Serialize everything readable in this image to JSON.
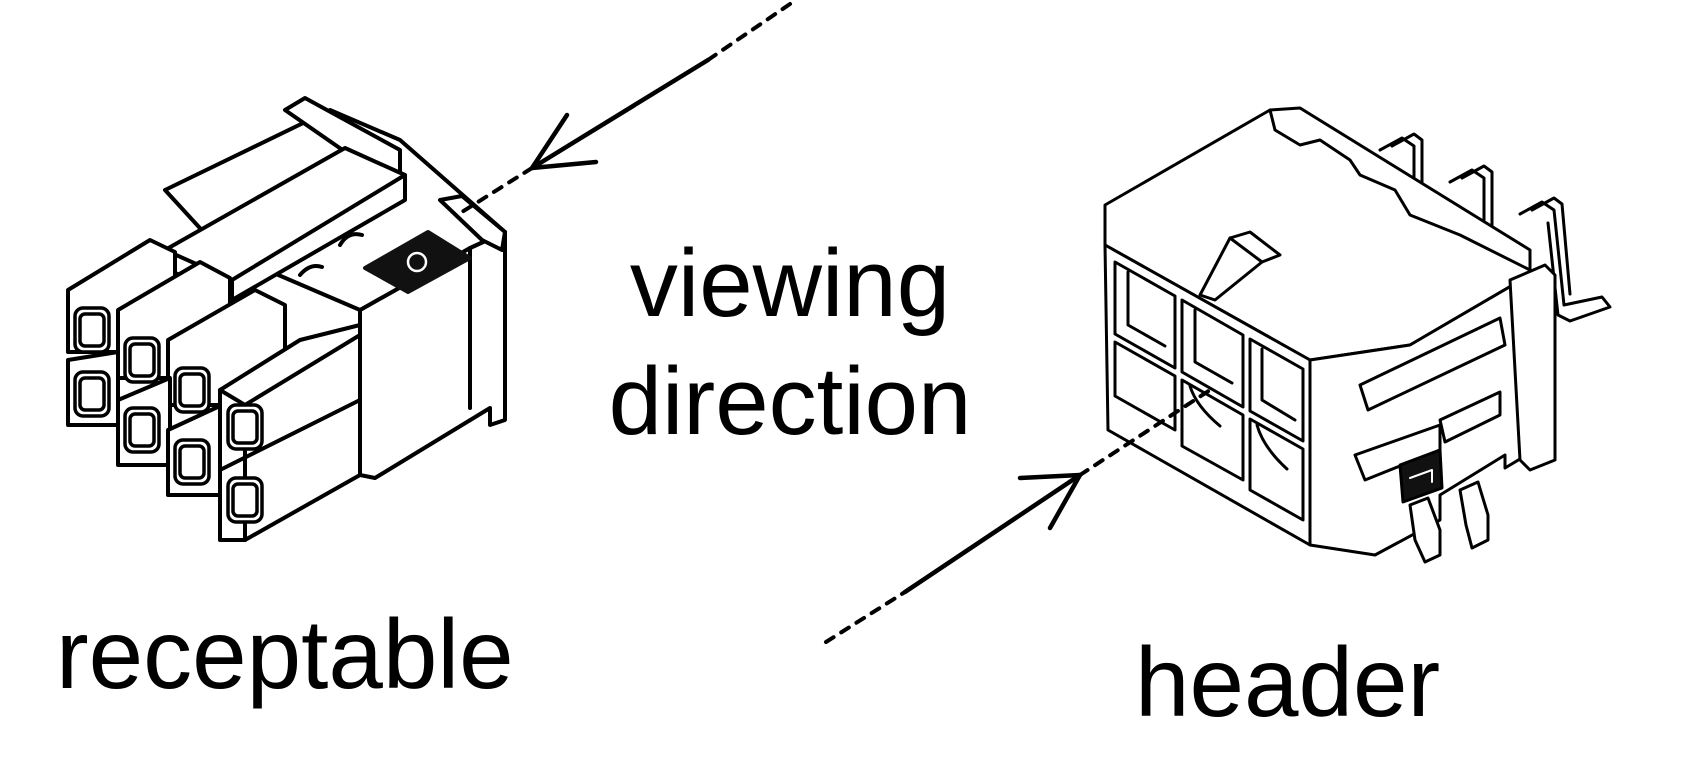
{
  "labels": {
    "viewing_direction": "viewing direction",
    "receptable": "receptable",
    "header": "header"
  },
  "colors": {
    "ink": "#000000",
    "background": "#ffffff",
    "marking": "#111111"
  }
}
